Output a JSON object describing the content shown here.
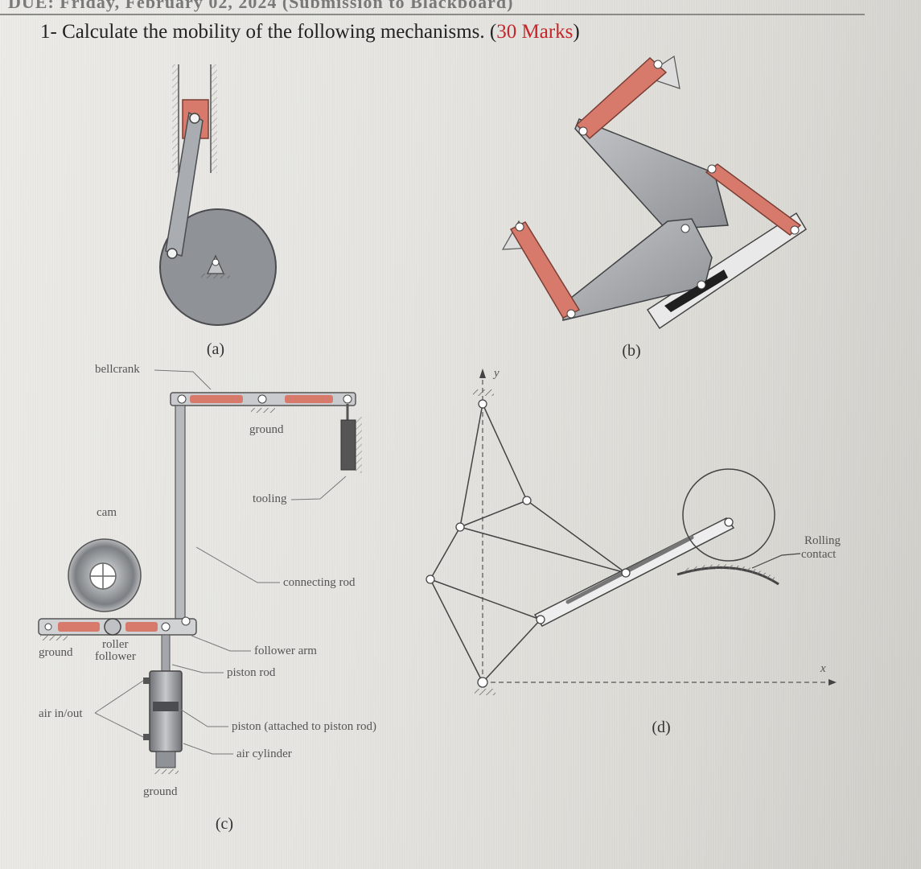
{
  "header": {
    "top_cut_text": "DUE: Friday, February 02, 2024 (Submission to Blackboard)"
  },
  "question": {
    "number": "1-",
    "text": "Calculate the mobility of the following mechanisms.",
    "marks_open": "(",
    "marks": "30 Marks",
    "marks_close": ")"
  },
  "figures": {
    "a": {
      "caption": "(a)"
    },
    "b": {
      "caption": "(b)"
    },
    "c": {
      "caption": "(c)",
      "labels": {
        "bellcrank": "bellcrank",
        "ground_top": "ground",
        "tooling": "tooling",
        "cam": "cam",
        "connecting_rod": "connecting rod",
        "roller": "roller",
        "follower": "follower",
        "ground_left": "ground",
        "follower_arm": "follower arm",
        "piston_rod": "piston rod",
        "air_in_out": "air in/out",
        "piston": "piston (attached to piston rod)",
        "air_cylinder": "air cylinder",
        "ground_bottom": "ground"
      }
    },
    "d": {
      "caption": "(d)",
      "labels": {
        "y_axis": "y",
        "x_axis": "x",
        "rolling": "Rolling",
        "contact": "contact"
      }
    }
  },
  "colors": {
    "link_red": "#d77a6c",
    "link_gray": "#8f9296",
    "plate_gray": "#a7aaae",
    "ink": "#333333",
    "marks_red": "#c4262a"
  }
}
